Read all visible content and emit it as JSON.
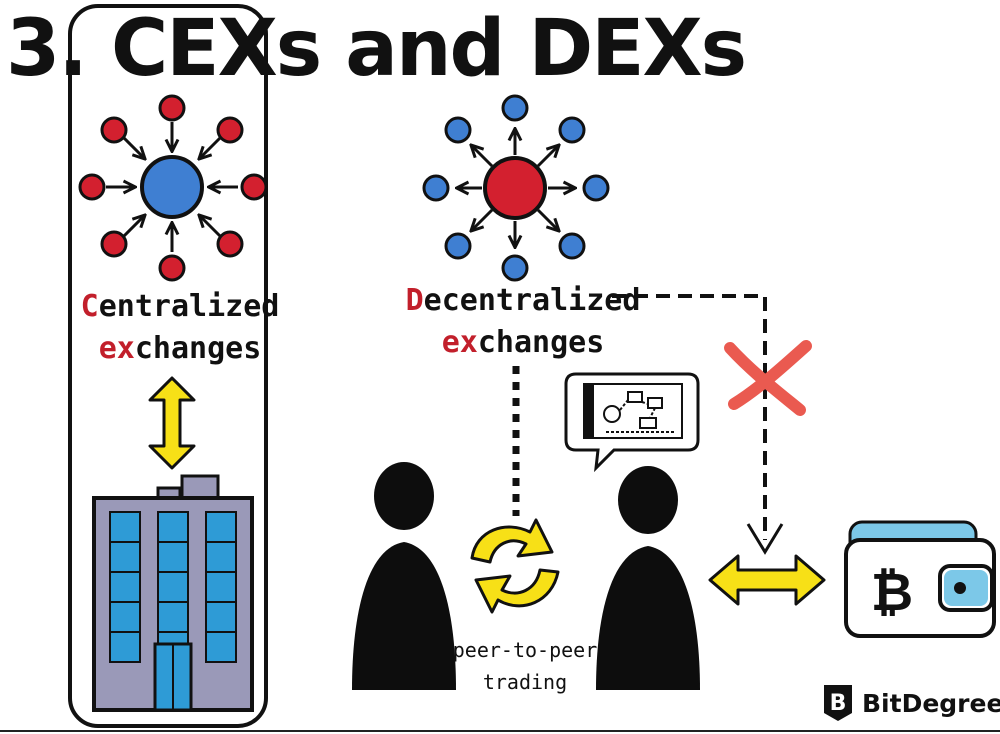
{
  "title": "3. CEXs and DEXs",
  "cex": {
    "initial": "C",
    "line1_rest": "entralized",
    "line2_prefix": "ex",
    "line2_rest": "changes"
  },
  "dex": {
    "initial": "D",
    "line1_rest": "ecentralized",
    "line2_prefix": "ex",
    "line2_rest": "changes"
  },
  "p2p": {
    "line1": "peer-to-peer",
    "line2": "trading"
  },
  "wallet_symbol": "₿",
  "brand": {
    "name": "BitDegree",
    "badge_letter": "B"
  },
  "icons": {
    "cex_hub": "centralized-hub-icon",
    "dex_hub": "decentralized-hub-icon",
    "building": "office-building-icon",
    "exchange_arrow": "double-arrow-icon",
    "swap": "swap-arrows-icon",
    "person": "person-silhouette-icon",
    "speech": "speech-bubble-icon",
    "cross": "red-x-icon",
    "wallet": "bitcoin-wallet-icon"
  },
  "colors": {
    "red": "#d3202f",
    "blue": "#3f7fd2",
    "yellow": "#f7e017",
    "building": "#9a99b8",
    "window": "#2e9bd6",
    "cross": "#ea5a50",
    "wallet_accent": "#7cc8e8"
  }
}
